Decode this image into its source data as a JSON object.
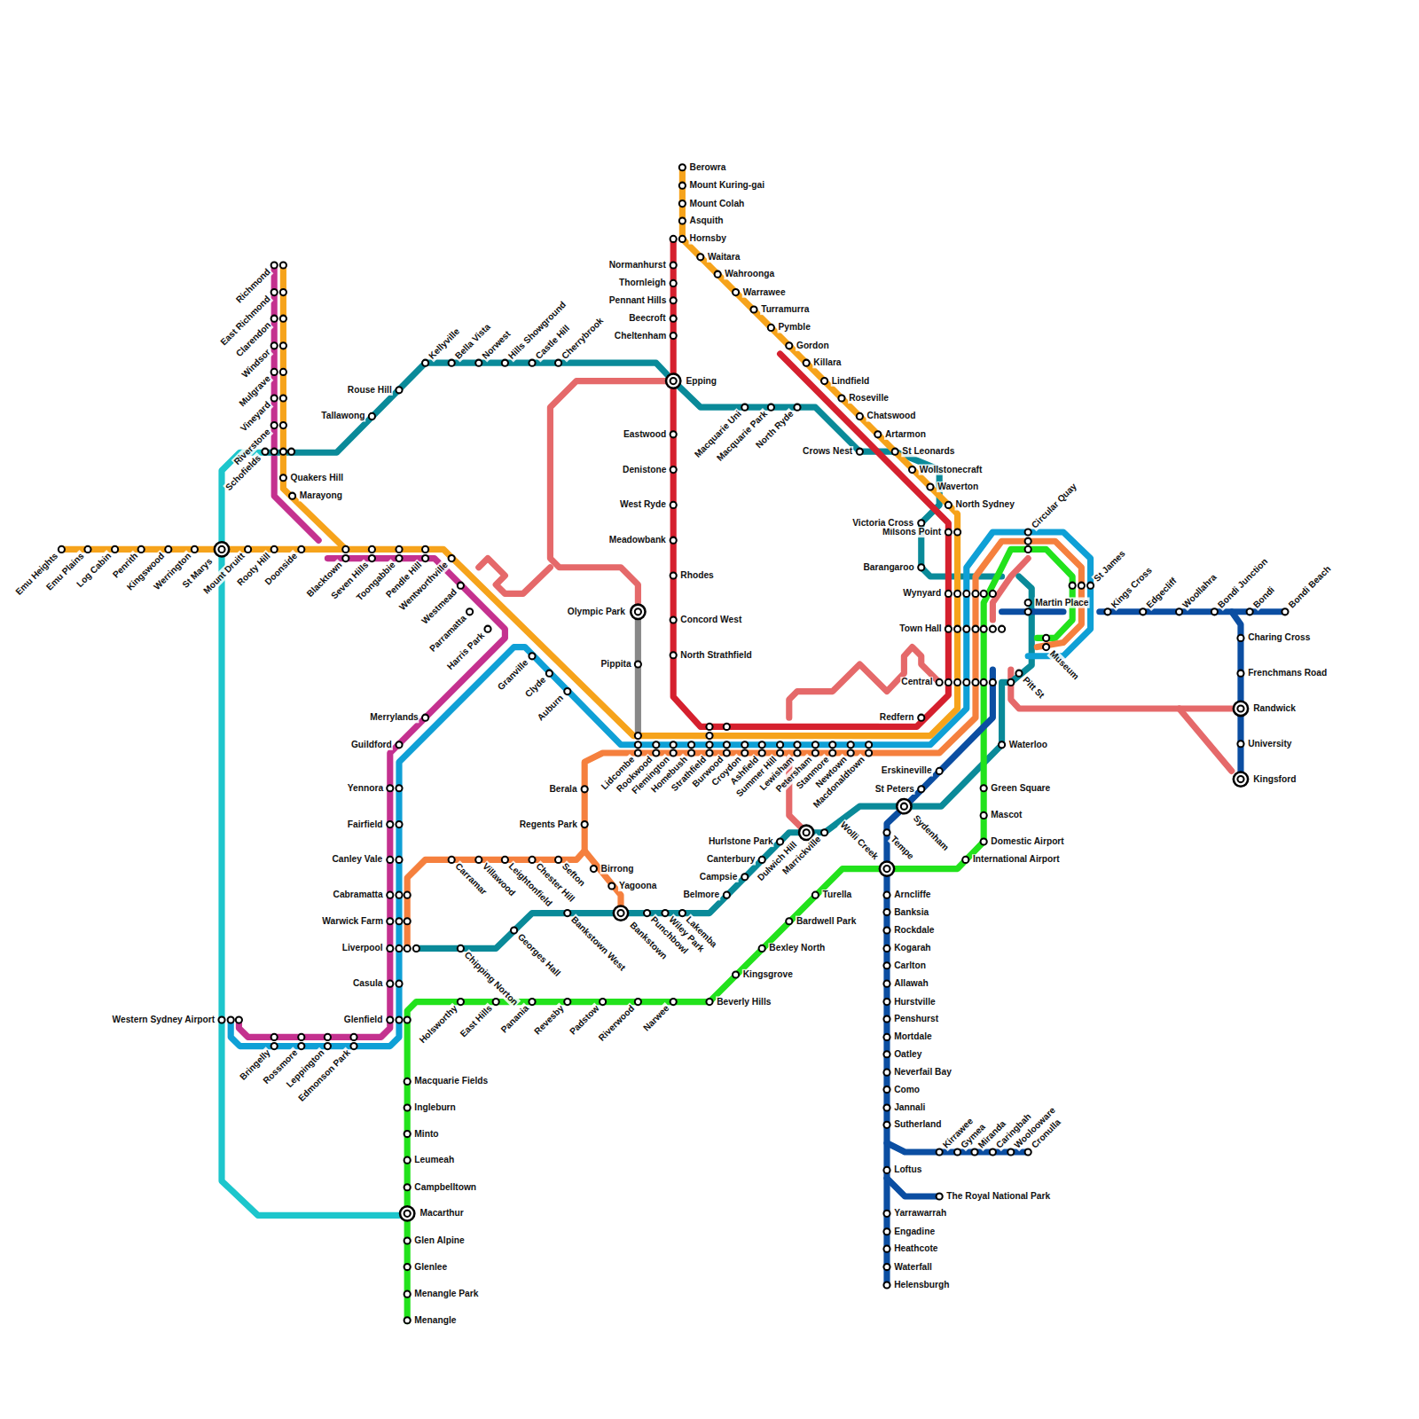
{
  "diagram": {
    "labels": [
      "Emu Heights",
      "Emu Plains",
      "Log Cabin",
      "Penrith",
      "Kingswood",
      "Werrington",
      "St Marys",
      "Mount Druitt",
      "Rooty Hill",
      "Doonside",
      "Blacktown",
      "Seven Hills",
      "Toongabbie",
      "Pendle Hill",
      "Wentworthville",
      "Westmead",
      "Parramatta",
      "Harris Park",
      "Granville",
      "Clyde",
      "Auburn",
      "Lidcombe",
      "Rookwood",
      "Flemington",
      "Homebush",
      "Strathfield",
      "Burwood",
      "Croydon",
      "Ashfield",
      "Summer Hill",
      "Lewisham",
      "Petersham",
      "Stanmore",
      "Newtown",
      "Macdonaldtown",
      "Redfern",
      "Erskineville",
      "St Peters",
      "Sydenham",
      "Tempe",
      "Wolli Creek",
      "Marrickville",
      "Dulwich Hill",
      "Hurlstone Park",
      "Canterbury",
      "Campsie",
      "Belmore",
      "Lakemba",
      "Wiley Park",
      "Punchbowl",
      "Bankstown",
      "Bankstown West",
      "Georges Hall",
      "Chipping Norton",
      "Liverpool",
      "Casula",
      "Glenfield",
      "Cabramatta",
      "Warwick Farm",
      "Canley Vale",
      "Fairfield",
      "Yennora",
      "Guildford",
      "Merrylands",
      "Carramar",
      "Villawood",
      "Leightonfield",
      "Chester Hill",
      "Sefton",
      "Birrong",
      "Yagoona",
      "Regents Park",
      "Berala",
      "Holsworthy",
      "East Hills",
      "Panania",
      "Revesby",
      "Padstow",
      "Riverwood",
      "Narwee",
      "Beverly Hills",
      "Kingsgrove",
      "Bexley North",
      "Bardwell Park",
      "Turella",
      "Macquarie Fields",
      "Ingleburn",
      "Minto",
      "Leumeah",
      "Campbelltown",
      "Macarthur",
      "Glen Alpine",
      "Glenlee",
      "Menangle Park",
      "Menangle",
      "Arncliffe",
      "Banksia",
      "Rockdale",
      "Kogarah",
      "Carlton",
      "Allawah",
      "Hurstville",
      "Penshurst",
      "Mortdale",
      "Oatley",
      "Neverfail Bay",
      "Como",
      "Jannali",
      "Sutherland",
      "Loftus",
      "Yarrawarrah",
      "Engadine",
      "Heathcote",
      "Waterfall",
      "Helensburgh",
      "The Royal National Park",
      "Kirrawee",
      "Gymea",
      "Miranda",
      "Caringbah",
      "Woolooware",
      "Cronulla",
      "Green Square",
      "Mascot",
      "Domestic Airport",
      "International Airport",
      "Waterloo",
      "Martin Place",
      "St James",
      "Museum",
      "Pitt St",
      "Circular Quay",
      "Kings Cross",
      "Edgecliff",
      "Woollahra",
      "Bondi Junction",
      "Bondi",
      "Bondi Beach",
      "Charing Cross",
      "Frenchmans Road",
      "Randwick",
      "University",
      "Kingsford",
      "Wynyard",
      "Town Hall",
      "Central",
      "Milsons Point",
      "Victoria Cross",
      "Barangaroo",
      "North Sydney",
      "Waverton",
      "Wollstonecraft",
      "St Leonards",
      "Crows Nest",
      "Artarmon",
      "Chatswood",
      "Roseville",
      "Lindfield",
      "Killara",
      "Gordon",
      "Pymble",
      "Turramurra",
      "Warrawee",
      "Wahroonga",
      "Waitara",
      "Hornsby",
      "Asquith",
      "Mount Colah",
      "Mount Kuring-gai",
      "Berowra",
      "Normanhurst",
      "Thornleigh",
      "Pennant Hills",
      "Beecroft",
      "Cheltenham",
      "Epping",
      "Eastwood",
      "Denistone",
      "West Ryde",
      "Meadowbank",
      "Rhodes",
      "Concord West",
      "North Strathfield",
      "Macquarie Uni",
      "Macquarie Park",
      "North Ryde",
      "Cherrybrook",
      "Castle Hill",
      "Hills Showground",
      "Norwest",
      "Bella Vista",
      "Kellyville",
      "Rouse Hill",
      "Tallawong",
      "Olympic Park",
      "Pippita",
      "Richmond",
      "East Richmond",
      "Clarendon",
      "Windsor",
      "Mulgrave",
      "Vineyard",
      "Riverstone",
      "Schofields",
      "Quakers Hill",
      "Marayong",
      "Western Sydney Airport",
      "Bringelly",
      "Rossmore",
      "Leppington",
      "Edmonson Park"
    ]
  }
}
